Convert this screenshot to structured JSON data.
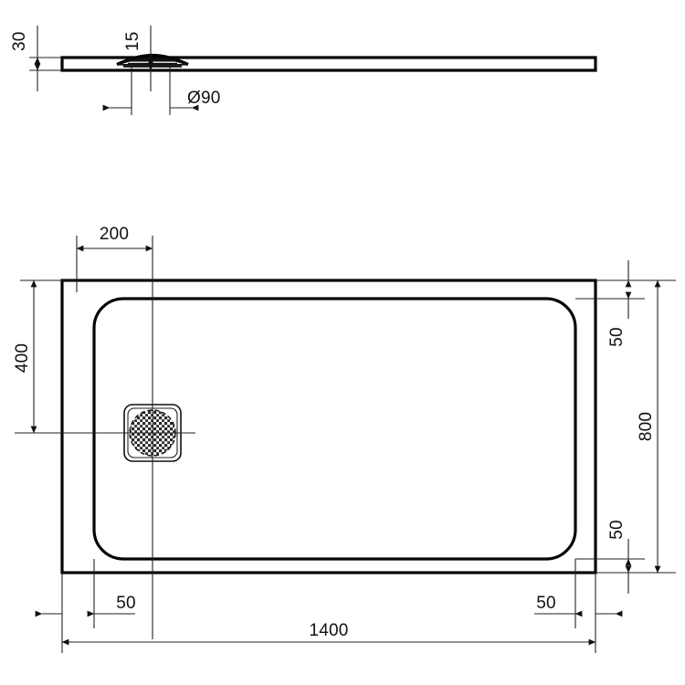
{
  "document": {
    "type": "technical-drawing",
    "subject": "Rectangular shower tray",
    "units": "mm",
    "line_color": "#111111",
    "background_color": "#ffffff"
  },
  "section_view": {
    "name": "side-section-view",
    "dimensions": {
      "thickness": "30",
      "drain_depth": "15",
      "drain_diameter": "Ø90"
    }
  },
  "plan_view": {
    "name": "top-plan-view",
    "dimensions": {
      "drain_offset_x": "200",
      "drain_offset_y": "400",
      "overall_length": "1400",
      "overall_width": "800",
      "edge_left": "50",
      "edge_right": "50",
      "edge_top": "50",
      "edge_bottom": "50"
    },
    "features": {
      "drain_grate": "drain-grate"
    }
  }
}
